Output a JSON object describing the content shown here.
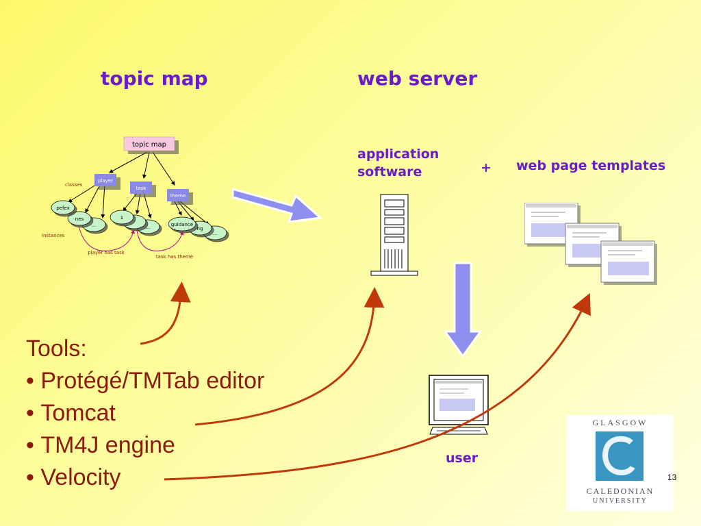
{
  "slide": {
    "heading_left": "topic map",
    "heading_right": "web server",
    "page_number": "13"
  },
  "topic_map_diagram": {
    "root": "topic map",
    "classes_label": "classes",
    "instances_label": "instances",
    "class_nodes": [
      "player",
      "task",
      "theme"
    ],
    "instance_nodes": [
      "pefex",
      "nes",
      "...",
      "1",
      "...",
      "guidance",
      "ng",
      "..."
    ],
    "association_labels": [
      "player has task",
      "task has theme"
    ]
  },
  "web_server": {
    "app_software_line1": "application",
    "app_software_line2": "software",
    "plus": "+",
    "templates_label": "web page templates",
    "user_label": "user"
  },
  "tools": {
    "title": "Tools:",
    "items": [
      "Protégé/TMTab editor",
      "Tomcat",
      "TM4J engine",
      "Velocity"
    ]
  },
  "logo": {
    "top": "GLASGOW",
    "middle": "CALEDONIAN",
    "bottom": "UNIVERSITY"
  },
  "colors": {
    "heading": "#6a1cc9",
    "tools_text": "#8b1a0a",
    "arrow_block": "#8f8ff0",
    "curve": "#c0390b",
    "logo_blue": "#3b95c1"
  }
}
